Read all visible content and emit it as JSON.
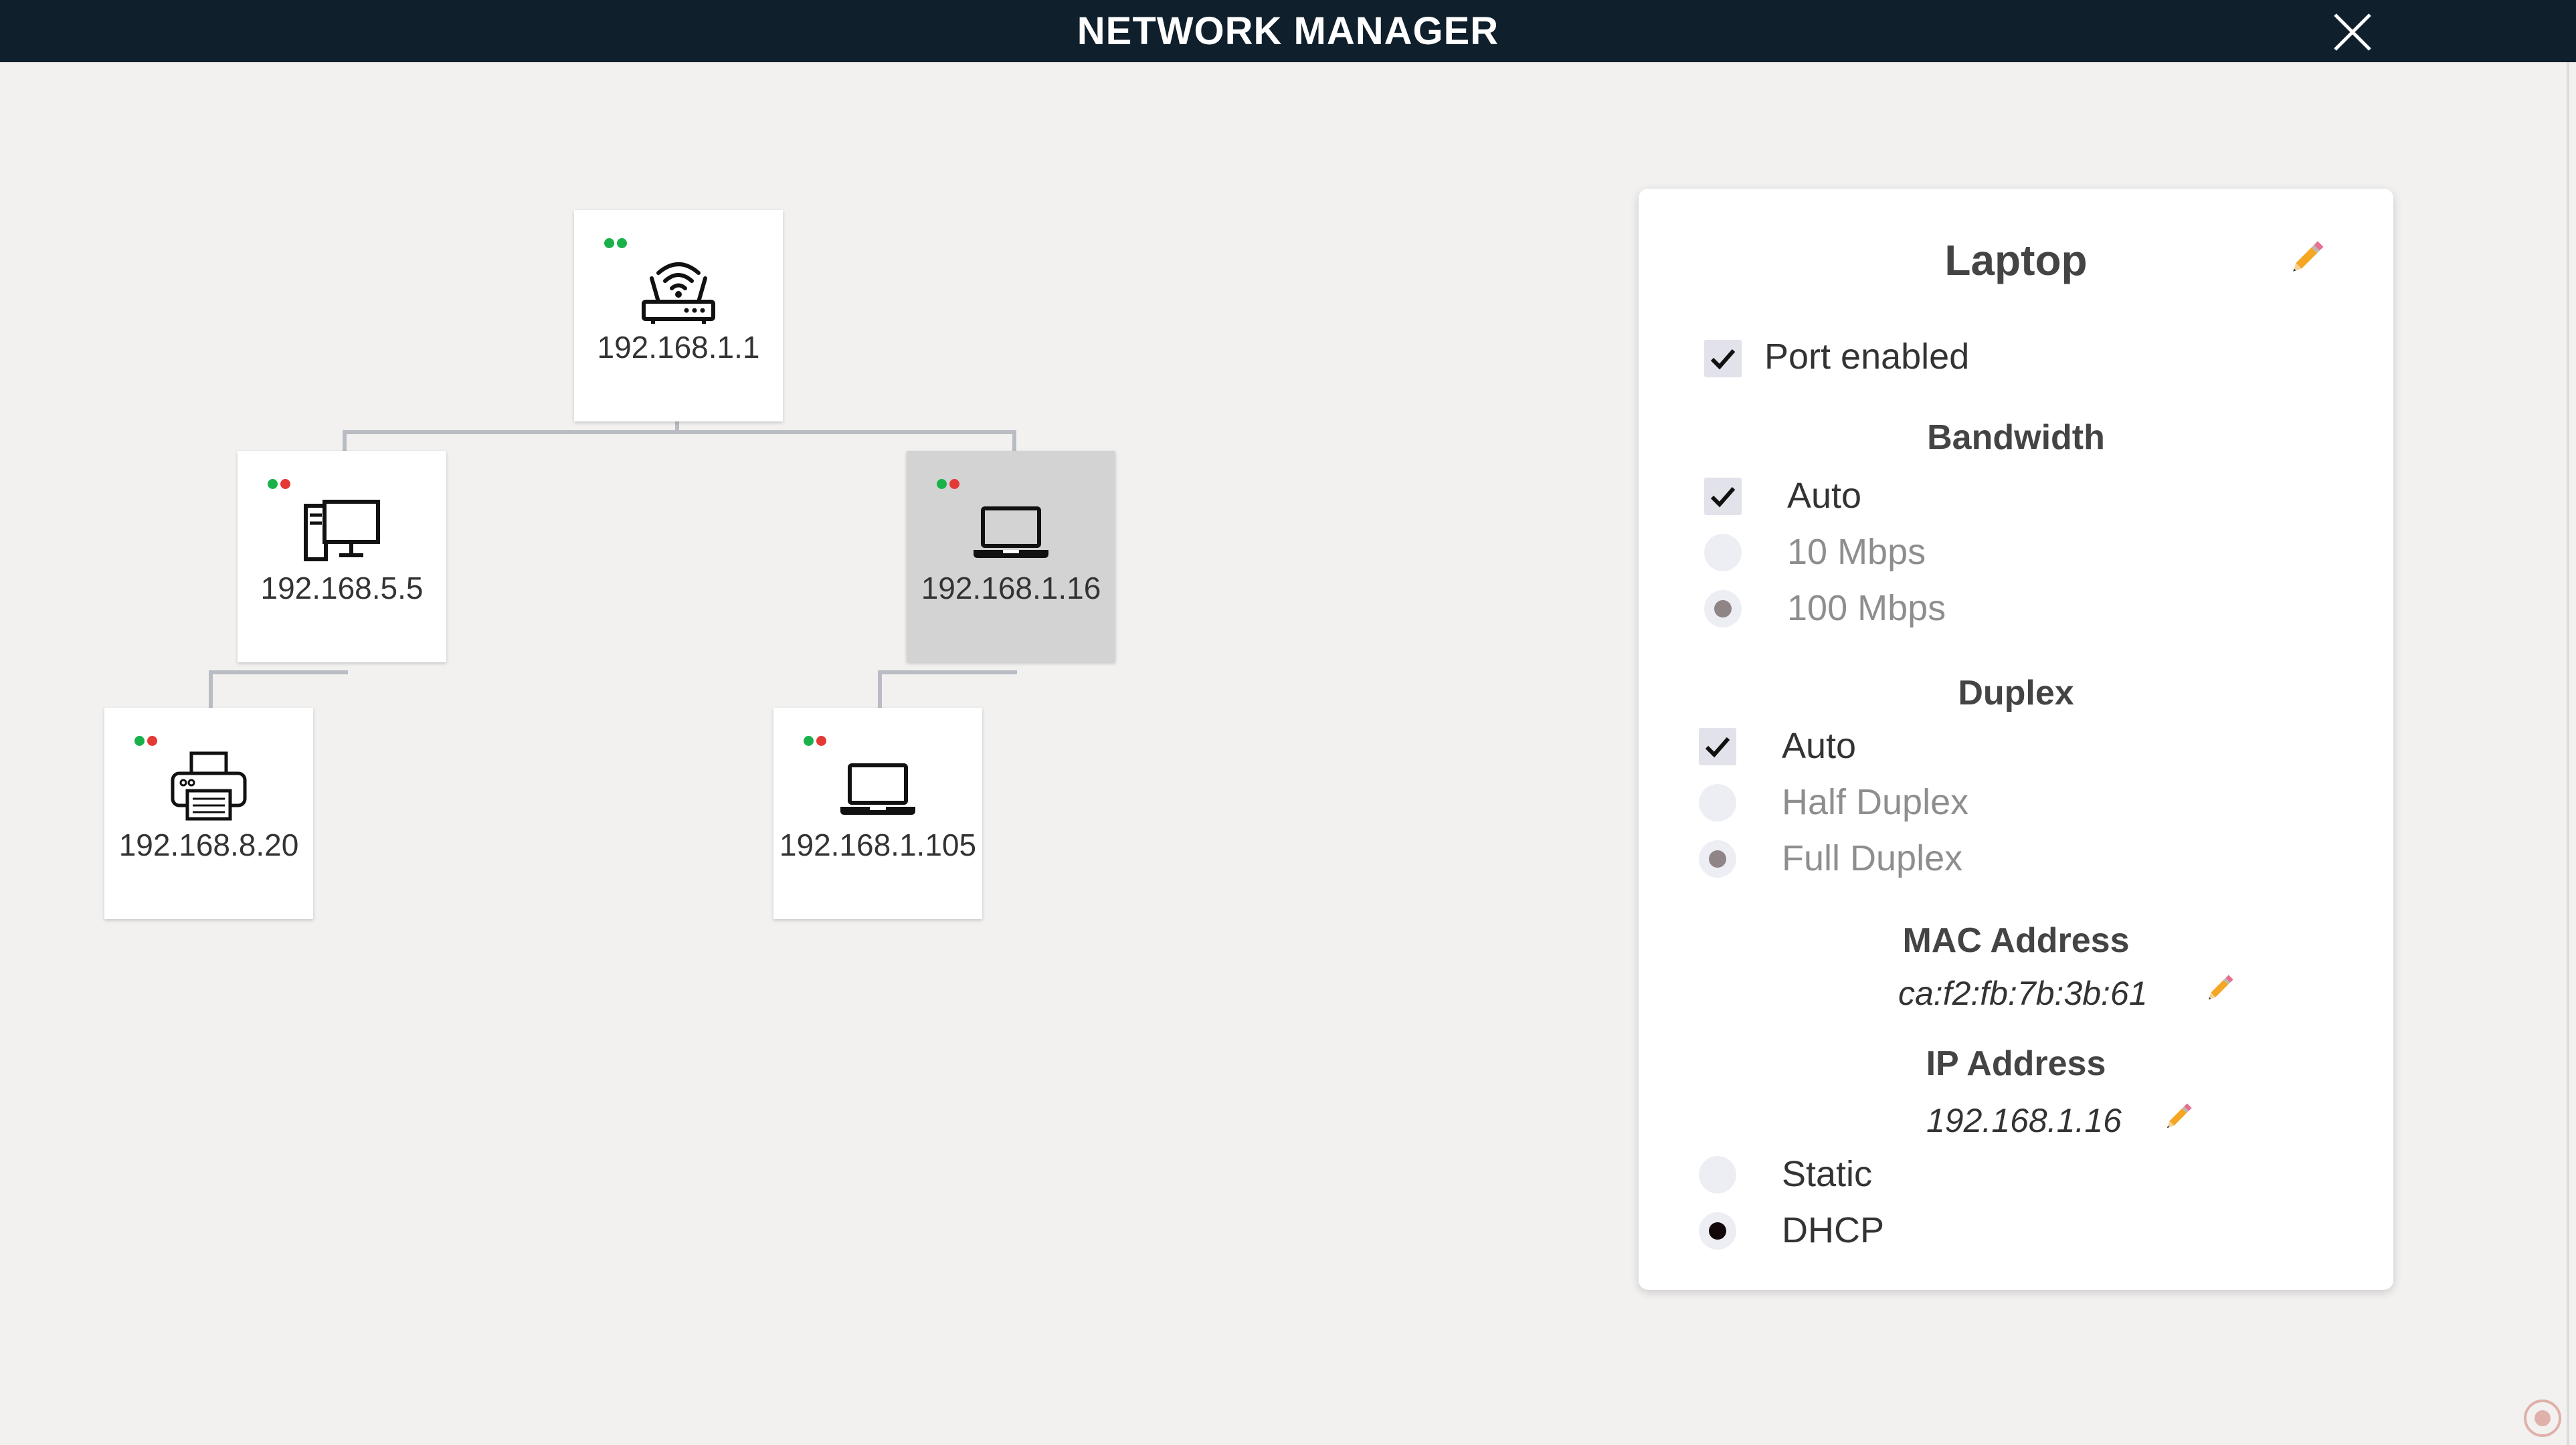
{
  "window": {
    "title": "NETWORK MANAGER"
  },
  "colors": {
    "titlebar": "#0f1f2b",
    "status_green": "#19b24a",
    "status_red": "#e53935",
    "selected_node": "#d3d3d3",
    "radio_gray": "#8f8486",
    "radio_black": "#14070a"
  },
  "nodes": [
    {
      "id": "router",
      "icon": "wifi-router-icon",
      "ip": "192.168.1.1",
      "status": [
        "green",
        "green"
      ],
      "selected": false
    },
    {
      "id": "desktop",
      "icon": "desktop-computer-icon",
      "ip": "192.168.5.5",
      "status": [
        "green",
        "red"
      ],
      "selected": false
    },
    {
      "id": "laptop",
      "icon": "laptop-icon",
      "ip": "192.168.1.16",
      "status": [
        "green",
        "red"
      ],
      "selected": true
    },
    {
      "id": "printer",
      "icon": "printer-icon",
      "ip": "192.168.8.20",
      "status": [
        "green",
        "red"
      ],
      "selected": false
    },
    {
      "id": "laptop2",
      "icon": "laptop-icon",
      "ip": "192.168.1.105",
      "status": [
        "green",
        "red"
      ],
      "selected": false
    }
  ],
  "panel": {
    "title": "Laptop",
    "port_enabled": {
      "label": "Port enabled",
      "checked": true
    },
    "bandwidth": {
      "heading": "Bandwidth",
      "auto": {
        "label": "Auto",
        "checked": true
      },
      "options": [
        {
          "label": "10 Mbps",
          "state": "empty"
        },
        {
          "label": "100 Mbps",
          "state": "gray"
        }
      ]
    },
    "duplex": {
      "heading": "Duplex",
      "auto": {
        "label": "Auto",
        "checked": true
      },
      "options": [
        {
          "label": "Half Duplex",
          "state": "empty"
        },
        {
          "label": "Full Duplex",
          "state": "gray"
        }
      ]
    },
    "mac": {
      "heading": "MAC Address",
      "value": "ca:f2:fb:7b:3b:61"
    },
    "ip": {
      "heading": "IP Address",
      "value": "192.168.1.16",
      "options": [
        {
          "label": "Static",
          "state": "empty"
        },
        {
          "label": "DHCP",
          "state": "black"
        }
      ]
    }
  }
}
